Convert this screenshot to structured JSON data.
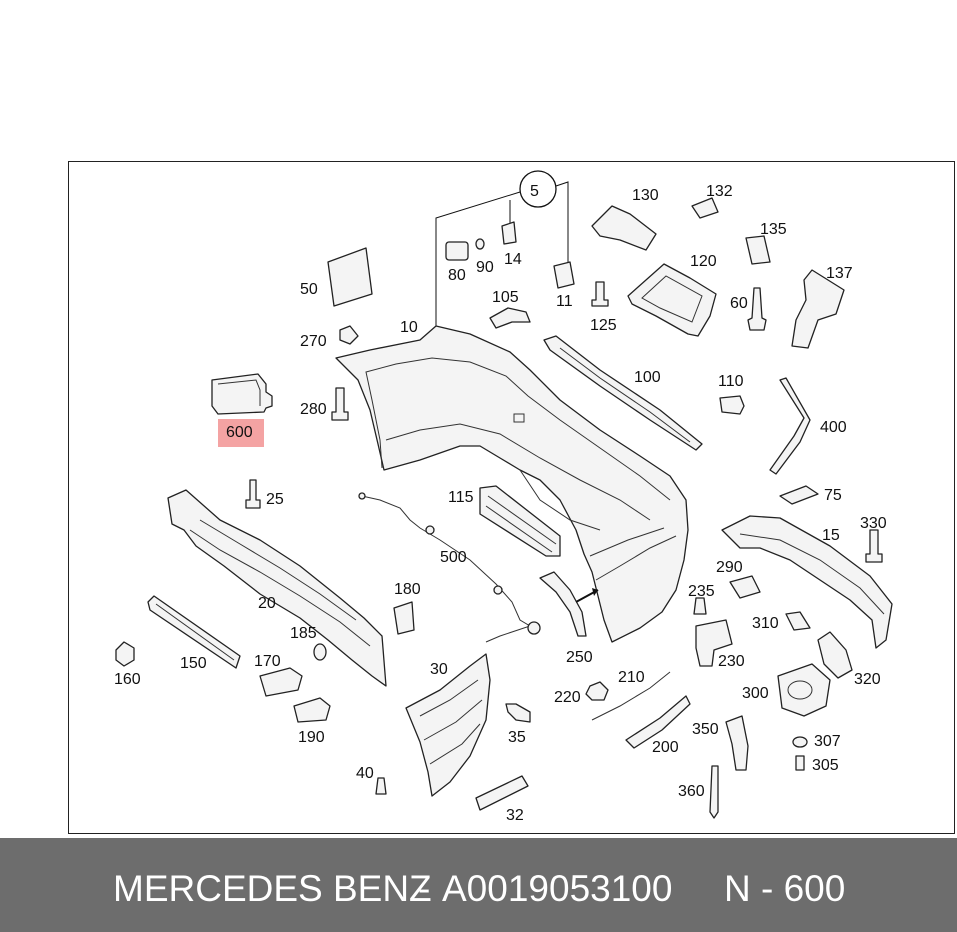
{
  "highlight_color": "#f4a3a3",
  "footer": {
    "brand": "MERCEDES BENZ",
    "separator": "-",
    "part_number": "A0019053100",
    "callout": "N - 600"
  },
  "callouts": {
    "c5": "5",
    "c130": "130",
    "c132": "132",
    "c135": "135",
    "c137": "137",
    "c50": "50",
    "c80": "80",
    "c90": "90",
    "c14": "14",
    "c11": "11",
    "c120": "120",
    "c125": "125",
    "c60": "60",
    "c105": "105",
    "c270": "270",
    "c10": "10",
    "c100": "100",
    "c600": "600",
    "c280": "280",
    "c110": "110",
    "c400": "400",
    "c25": "25",
    "c115": "115",
    "c75": "75",
    "c15": "15",
    "c330": "330",
    "c500": "500",
    "c290": "290",
    "c180": "180",
    "c235": "235",
    "c20": "20",
    "c310": "310",
    "c185": "185",
    "c250": "250",
    "c230": "230",
    "c150": "150",
    "c170": "170",
    "c160": "160",
    "c30": "30",
    "c210": "210",
    "c320": "320",
    "c220": "220",
    "c300": "300",
    "c35": "35",
    "c350": "350",
    "c190": "190",
    "c200": "200",
    "c307": "307",
    "c40": "40",
    "c305": "305",
    "c360": "360",
    "c32": "32"
  }
}
